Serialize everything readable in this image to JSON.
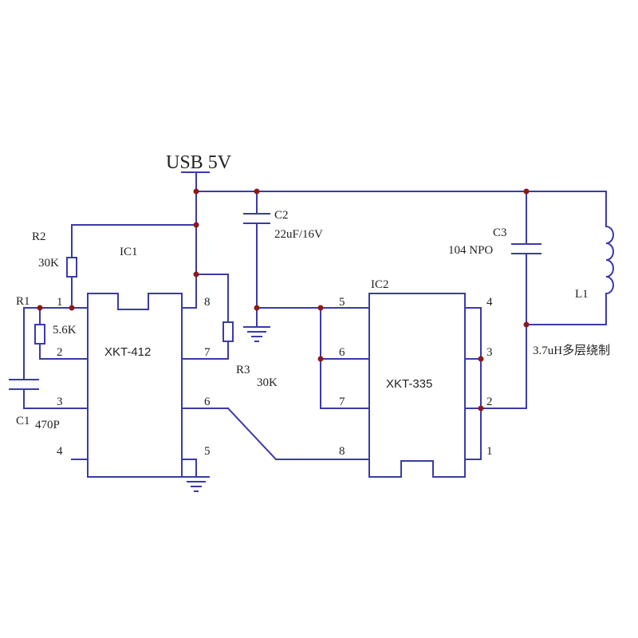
{
  "supply": {
    "label": "USB 5V"
  },
  "components": {
    "r1": {
      "ref": "R1",
      "value": "5.6K"
    },
    "r2": {
      "ref": "R2",
      "value": "30K"
    },
    "r3": {
      "ref": "R3",
      "value": "30K"
    },
    "c1": {
      "ref": "C1",
      "value": "470P"
    },
    "c2": {
      "ref": "C2",
      "value": "22uF/16V"
    },
    "c3": {
      "ref": "C3",
      "value": "104 NPO"
    },
    "l1": {
      "ref": "L1",
      "value": "3.7uH多层绕制"
    }
  },
  "ic1": {
    "ref": "IC1",
    "part": "XKT-412",
    "pins": [
      "1",
      "2",
      "3",
      "4",
      "5",
      "6",
      "7",
      "8"
    ]
  },
  "ic2": {
    "ref": "IC2",
    "part": "XKT-335",
    "pins": [
      "1",
      "2",
      "3",
      "4",
      "5",
      "6",
      "7",
      "8"
    ]
  },
  "colors": {
    "wire": "#3a3aa8",
    "junction": "#8b1a1a",
    "text": "#222222"
  }
}
